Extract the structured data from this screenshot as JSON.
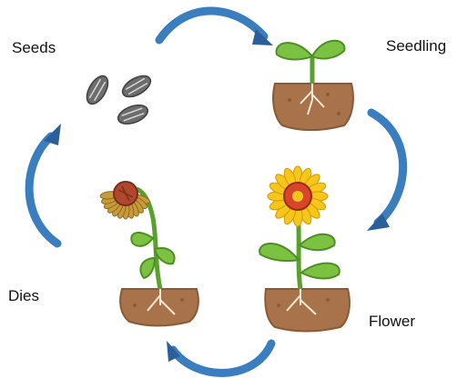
{
  "diagram": {
    "stages": [
      {
        "id": "seeds",
        "label": "Seeds"
      },
      {
        "id": "seedling",
        "label": "Seedling"
      },
      {
        "id": "flower",
        "label": "Flower"
      },
      {
        "id": "dies",
        "label": "Dies"
      }
    ],
    "cycle_order": [
      "seeds",
      "seedling",
      "flower",
      "dies",
      "seeds"
    ],
    "colors": {
      "arrow": "#3a7ec0",
      "arrow_dark": "#2a5f9a",
      "soil": "#a8734a",
      "soil_dark": "#8a5a35",
      "root": "#f3ead6",
      "stem": "#5aa02c",
      "leaf": "#7cc242",
      "leaf_dark": "#4e8f24",
      "petal": "#f6c61a",
      "petal_edge": "#d9a010",
      "flower_center": "#d8452a",
      "dead_petal": "#c99a3a",
      "dead_center": "#b0482e",
      "seed": "#6d6d6d",
      "seed_stripe": "#d8d8d8"
    },
    "icons": [
      "seeds-icon",
      "seedling-icon",
      "flower-icon",
      "dying-flower-icon",
      "cycle-arrow-icon"
    ]
  }
}
